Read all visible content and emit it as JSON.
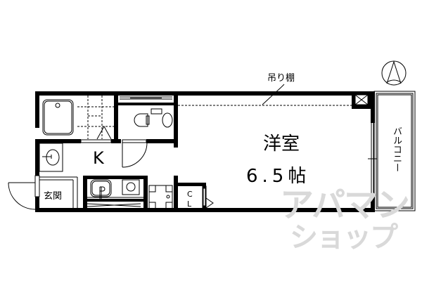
{
  "floorplan": {
    "rooms": {
      "western_room": {
        "name": "洋室",
        "size": "6.5帖"
      },
      "kitchen": {
        "name": "K"
      },
      "entrance": {
        "name": "玄関"
      },
      "balcony": {
        "name": "バルコニー"
      },
      "closet": {
        "line1": "C",
        "line2": "L"
      }
    },
    "annotations": {
      "hanging_shelf": "吊り棚"
    },
    "compass": {
      "direction": "N",
      "label": "north-arrow"
    },
    "watermark": {
      "line1": "アパマン",
      "line2": "ショップ"
    },
    "colors": {
      "wall": "#000000",
      "watermark": "#d9d9d9",
      "background": "#ffffff"
    }
  }
}
